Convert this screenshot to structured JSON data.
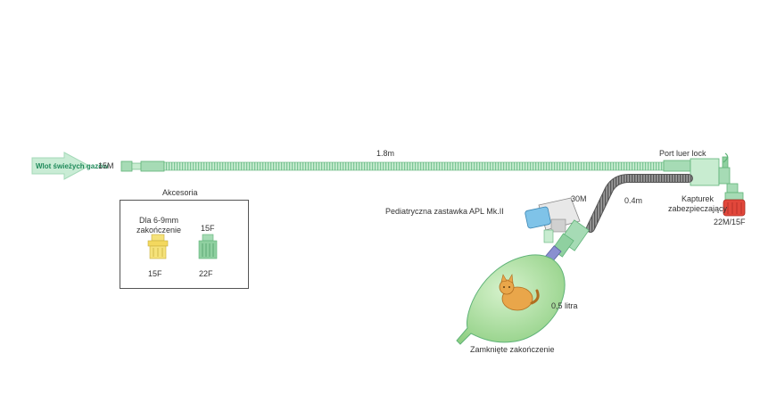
{
  "labels": {
    "fresh_gas_inlet": "Wlot świeżych gazów",
    "connector_15m": "15M",
    "tube_length": "1.8m",
    "luer_port": "Port luer lock",
    "accessories_title": "Akcesoria",
    "acc_for_line1": "Dla  6-9mm",
    "acc_for_line2": "zakończenie",
    "acc_15f_top": "15F",
    "acc_15f_bottom": "15F",
    "acc_22f_bottom": "22F",
    "apl_valve": "Pediatryczna zastawka APL Mk.II",
    "connector_30m": "30M",
    "limb_length": "0.4m",
    "cap_line1": "Kapturek",
    "cap_line2": "zabezpieczający",
    "patient_port": "22M/15F",
    "bag_volume": "0,5 litra",
    "closed_end": "Zamknięte zakończenie"
  },
  "colors": {
    "tube_green": "#bfe6c3",
    "tube_stroke": "#5fb378",
    "arrow_green": "#c9ecd5",
    "label_green": "#1f8a5a",
    "bag_green": "#a9dc9a",
    "valve_blue": "#7fc3e8",
    "cap_red": "#e2473b",
    "adapter_yellow": "#f5e27a",
    "corrugated_grey": "#7a7a7a"
  },
  "icons": [
    "fresh-gas-arrow",
    "corrugated-tube",
    "apl-valve",
    "reservoir-bag",
    "cat-illustration",
    "red-cap",
    "yellow-adapter",
    "green-adapter"
  ]
}
